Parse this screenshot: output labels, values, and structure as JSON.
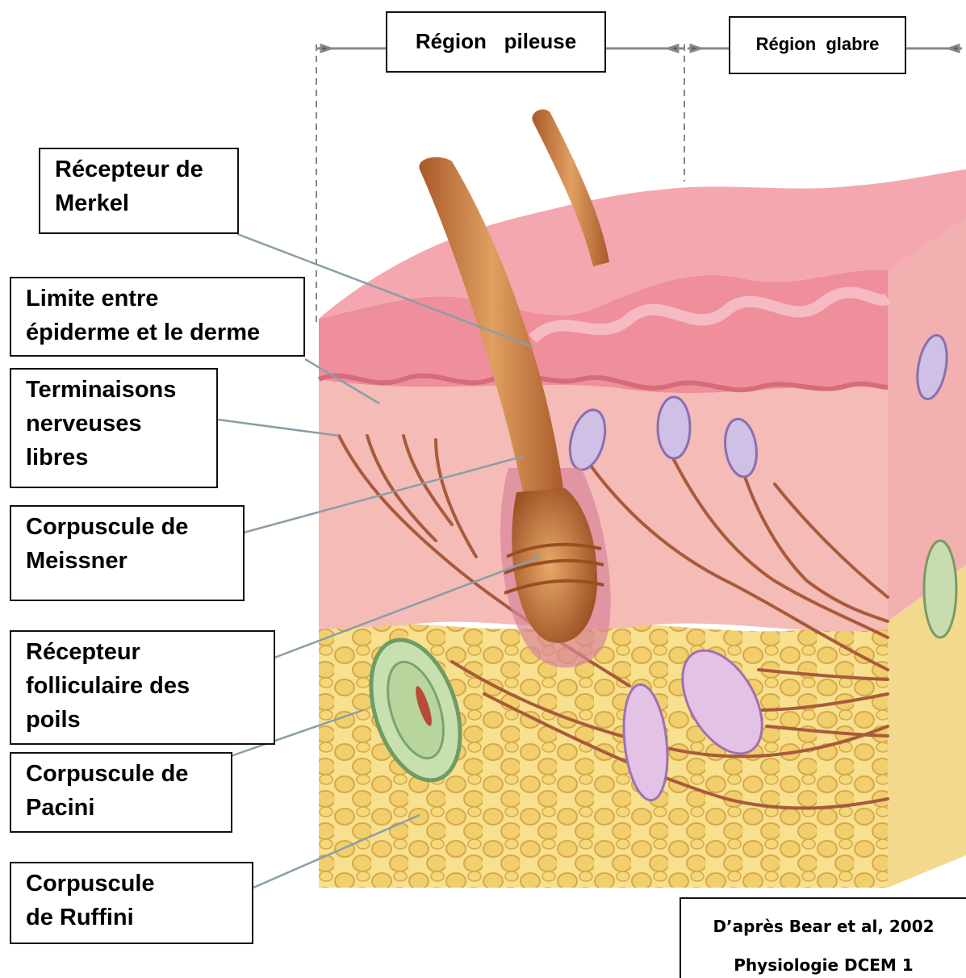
{
  "regions": {
    "hairy": "Région   pileuse",
    "glabrous": "Région  glabre"
  },
  "labels": {
    "merkel": "Récepteur de\nMerkel",
    "boundary": "Limite entre\népiderme et le derme",
    "free_endings": "Terminaisons\nnerveuses\nlibres",
    "meissner": "Corpuscule de\nMeissner",
    "follicular": "Récepteur\nfolliculaire des\npoils",
    "pacini": "Corpuscule de\nPacini",
    "ruffini": "Corpuscule\nde  Ruffini"
  },
  "credit": {
    "source": "D’après Bear et al, 2002",
    "course": "Physiologie DCEM 1"
  },
  "colors": {
    "epidermis": "#f0a0a8",
    "dermis": "#f4b8b4",
    "hypodermis": "#f3d27a",
    "hair": "#c8763a",
    "nerve": "#a85a3c"
  }
}
